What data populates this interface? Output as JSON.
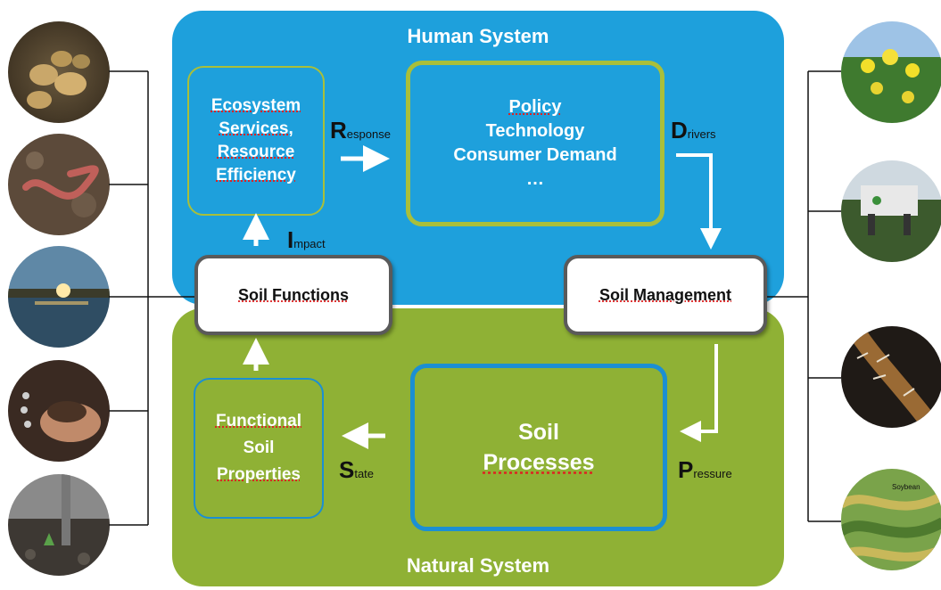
{
  "human_system": {
    "title": "Human System"
  },
  "natural_system": {
    "title": "Natural System"
  },
  "boxes": {
    "ecosystem": {
      "lines": [
        "Ecosystem",
        "Services,",
        "Resource",
        "Efficiency"
      ]
    },
    "policy": {
      "lines": [
        "Policy",
        "Technology",
        "Consumer Demand",
        "…"
      ]
    },
    "functional": {
      "lines": [
        "Functional",
        "Soil",
        "Properties"
      ]
    },
    "processes": {
      "lines": [
        "Soil",
        "Processes"
      ]
    }
  },
  "nodes": {
    "soil_functions": "Soil Functions",
    "soil_management": "Soil Management"
  },
  "dpsir": {
    "response": {
      "initial": "R",
      "rest": "esponse"
    },
    "drivers": {
      "initial": "D",
      "rest": "rivers"
    },
    "impact": {
      "initial": "I",
      "rest": "mpact"
    },
    "pressure": {
      "initial": "P",
      "rest": "ressure"
    },
    "state": {
      "initial": "S",
      "rest": "tate"
    }
  },
  "photos": {
    "left": [
      "potatoes-photo",
      "earthworm-photo",
      "sunset-wetland-photo",
      "soil-in-hands-photo",
      "seedling-planting-photo"
    ],
    "right": [
      "rapeseed-field-photo",
      "field-robot-photo",
      "root-with-hairs-photo",
      "contour-strip-crops-photo"
    ],
    "right_bottom_caption": "Soybean"
  },
  "colors": {
    "human": "#1ea0dc",
    "natural": "#8fb135",
    "policy_border": "#a9bf3a",
    "processes_border": "#1b8fd3",
    "node_border": "#5a5a5a"
  }
}
